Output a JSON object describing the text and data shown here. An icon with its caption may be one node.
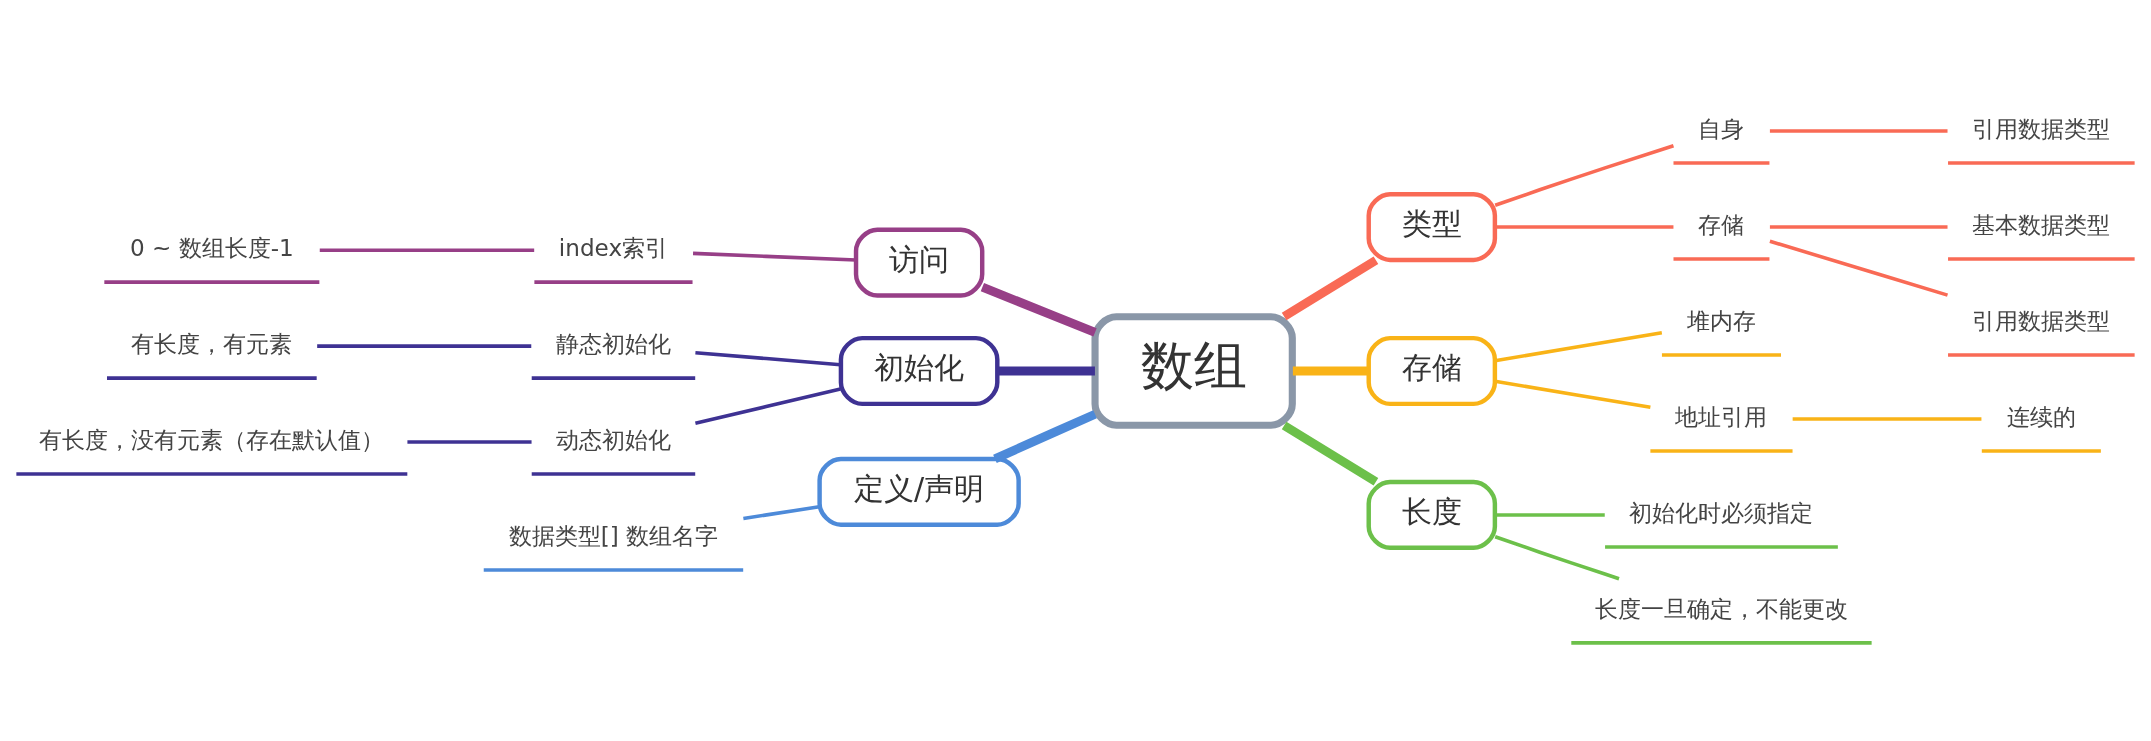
{
  "diagram": {
    "nodes": [
      {
        "text": [
          "数组"
        ]
      },
      {
        "text": [
          "类型"
        ]
      },
      {
        "text": [
          "存储"
        ]
      },
      {
        "text": [
          "长度"
        ]
      },
      {
        "text": [
          "访问"
        ]
      },
      {
        "text": [
          "初始化"
        ]
      },
      {
        "text": [
          "定义/声明"
        ]
      },
      {
        "text": [
          "自身"
        ]
      },
      {
        "text": [
          "引用数据类型"
        ]
      },
      {
        "text": [
          "存储"
        ]
      },
      {
        "text": [
          "基本数据类型"
        ]
      },
      {
        "text": [
          "引用数据类型"
        ]
      },
      {
        "text": [
          "堆内存"
        ]
      },
      {
        "text": [
          "地址引用"
        ]
      },
      {
        "text": [
          "连续的"
        ]
      },
      {
        "text": [
          "初始化时必须指定"
        ]
      },
      {
        "text": [
          "长度一旦确定，不能更改"
        ]
      },
      {
        "text": [
          "index索引"
        ]
      },
      {
        "text": [
          "0 ~ 数组长度-1"
        ]
      },
      {
        "text": [
          "静态初始化"
        ]
      },
      {
        "text": [
          "有长度，有元素"
        ]
      },
      {
        "text": [
          "动态初始化"
        ]
      },
      {
        "text": [
          "有长度，没有元素（存在默认值）"
        ]
      },
      {
        "text": [
          "数据类型[] 数组名字"
        ]
      }
    ],
    "edges": [
      {
        "from": 0,
        "to": 1,
        "arrow": "none",
        "style": "thick",
        "color": "#f96a55"
      },
      {
        "from": 0,
        "to": 2,
        "arrow": "none",
        "style": "thick",
        "color": "#f9b317"
      },
      {
        "from": 0,
        "to": 3,
        "arrow": "none",
        "style": "thick",
        "color": "#6cc04a"
      },
      {
        "from": 0,
        "to": 4,
        "arrow": "none",
        "style": "thick",
        "color": "#973f87"
      },
      {
        "from": 0,
        "to": 5,
        "arrow": "none",
        "style": "thick",
        "color": "#3e3293"
      },
      {
        "from": 0,
        "to": 6,
        "arrow": "none",
        "style": "thick",
        "color": "#4d8ad9"
      },
      {
        "from": 1,
        "to": 7,
        "arrow": "none",
        "color": "#f96a55"
      },
      {
        "from": 7,
        "to": 8,
        "arrow": "none",
        "color": "#f96a55"
      },
      {
        "from": 1,
        "to": 9,
        "arrow": "none",
        "color": "#f96a55"
      },
      {
        "from": 9,
        "to": 10,
        "arrow": "none",
        "color": "#f96a55"
      },
      {
        "from": 9,
        "to": 11,
        "arrow": "none",
        "color": "#f96a55"
      },
      {
        "from": 2,
        "to": 12,
        "arrow": "none",
        "color": "#f9b317"
      },
      {
        "from": 2,
        "to": 13,
        "arrow": "none",
        "color": "#f9b317"
      },
      {
        "from": 13,
        "to": 14,
        "arrow": "none",
        "color": "#f9b317"
      },
      {
        "from": 3,
        "to": 15,
        "arrow": "none",
        "color": "#6cc04a"
      },
      {
        "from": 3,
        "to": 16,
        "arrow": "none",
        "color": "#6cc04a"
      },
      {
        "from": 4,
        "to": 17,
        "arrow": "none",
        "color": "#973f87"
      },
      {
        "from": 17,
        "to": 18,
        "arrow": "none",
        "color": "#973f87"
      },
      {
        "from": 5,
        "to": 19,
        "arrow": "none",
        "color": "#3e3293"
      },
      {
        "from": 19,
        "to": 20,
        "arrow": "none",
        "color": "#3e3293"
      },
      {
        "from": 5,
        "to": 21,
        "arrow": "none",
        "color": "#3e3293"
      },
      {
        "from": 21,
        "to": 22,
        "arrow": "none",
        "color": "#3e3293"
      },
      {
        "from": 6,
        "to": 23,
        "arrow": "none",
        "color": "#4d8ad9"
      }
    ]
  }
}
